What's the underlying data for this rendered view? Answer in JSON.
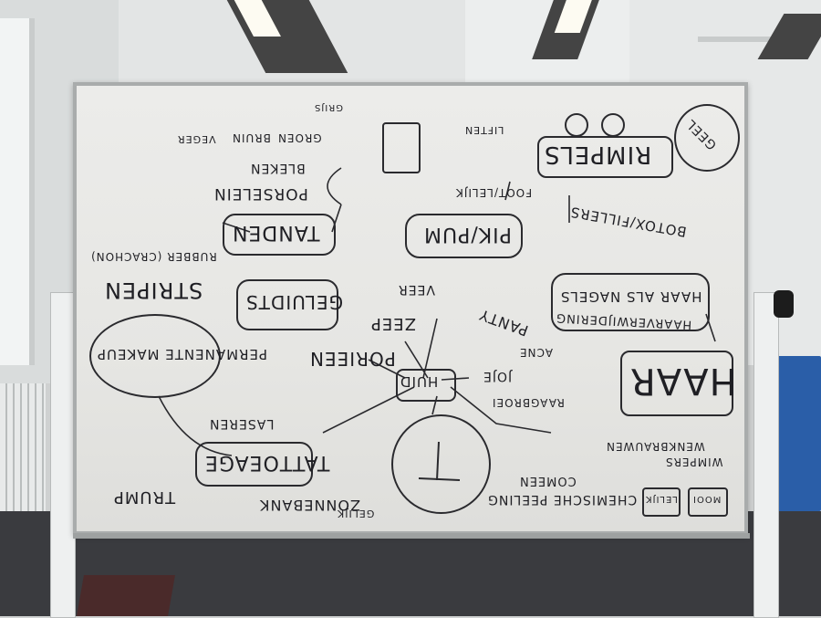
{
  "board": {
    "words": [
      "HAAR",
      "HUID",
      "RIMPELS",
      "PIK/PUM",
      "BOTOX/FILLERS",
      "TANDEN",
      "PORSELEIN",
      "BLEKEN",
      "GELUIDTS",
      "STRIPEN",
      "RUBBER (CRACHON)",
      "PERMANENTE MAKEUP",
      "TATTOEAGE",
      "LASEREN",
      "PORIEEN",
      "ZEEP",
      "PANTY",
      "VEER",
      "JOJE",
      "ACNE",
      "COMEEN",
      "TRUMP",
      "ZONNEBANK",
      "CHEMISCHE PEELING",
      "GELIJK",
      "HAARVERWIJDERING",
      "HAAR ALS NAGELS",
      "RAAGBROEI",
      "GEEL",
      "GROEN",
      "BRUIN",
      "VEGER",
      "LIFTEN",
      "GRIJS",
      "WIMPERS",
      "WENKBRAUWEN",
      "FOOT/LELIJK",
      "LELIJK",
      "MOOI"
    ]
  },
  "colors": {
    "ink": "#1f1f24",
    "board": "#e9e9e6",
    "frame": "#a9acac",
    "bin": "#2a5ea8"
  }
}
